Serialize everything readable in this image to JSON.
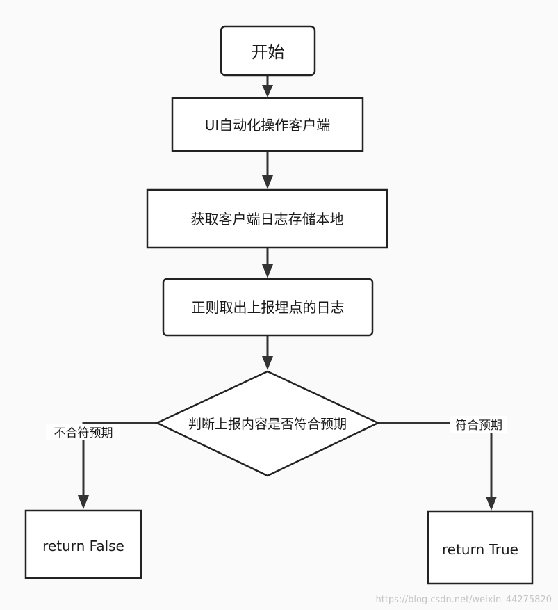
{
  "nodes": {
    "start": "开始",
    "ui_automation": "UI自动化操作客户端",
    "fetch_logs": "获取客户端日志存储本地",
    "regex_extract": "正则取出上报埋点的日志",
    "decision": "判断上报内容是否符合预期",
    "return_false": "return False",
    "return_true": "return True"
  },
  "edges": {
    "no_label": "不合符预期",
    "yes_label": "符合预期"
  },
  "watermark": "https://blog.csdn.net/weixin_44275820",
  "colors": {
    "stroke": "#222222",
    "arrow": "#333333",
    "fill": "#ffffff",
    "background": "#fafafa"
  }
}
